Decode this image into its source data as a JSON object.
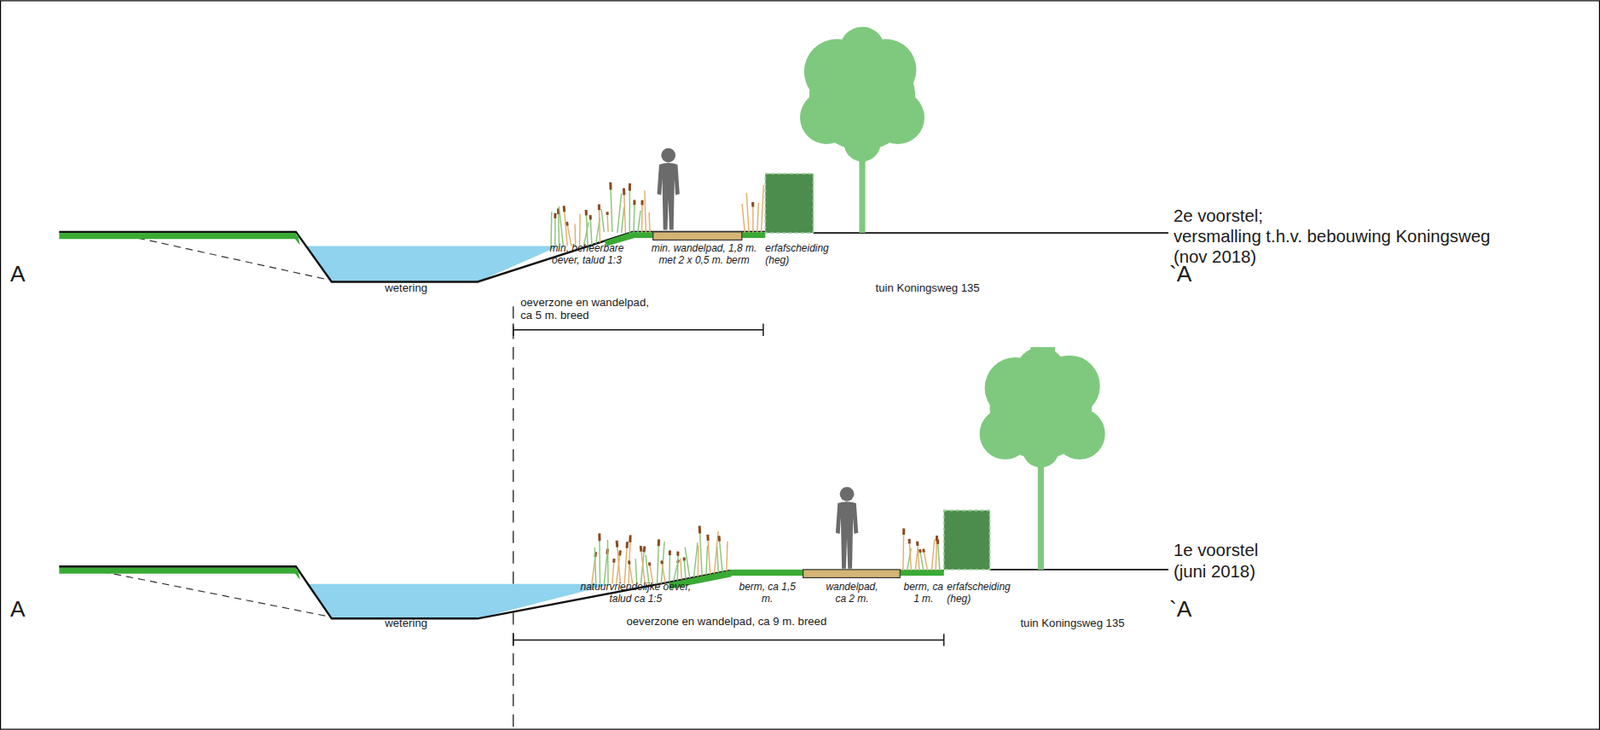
{
  "diagram": {
    "labels": [
      "A",
      "`A",
      "2e voorstel;",
      "versmalling t.h.v. bebouwing Koningsweg",
      "(nov 2018)",
      "wetering",
      "min. beheerbare oever, talud 1:3",
      "min. wandelpad, 1,8 m. met 2 x 0,5 m. berm",
      "erfafscheiding (heg)",
      "oeverzone en wandelpad, ca 5 m. breed",
      "tuin Koningsweg 135",
      "A",
      "`A",
      "1e voorstel",
      "(juni 2018)",
      "wetering",
      "natuurvriendelijke oever, talud ca 1:5",
      "berm, ca 1,5 m.",
      "wandelpad, ca 2 m.",
      "berm, ca 1 m.",
      "erfafscheiding (heg)",
      "oeverzone en wandelpad, ca 9 m. breed",
      "tuin Koningsweg 135"
    ]
  }
}
